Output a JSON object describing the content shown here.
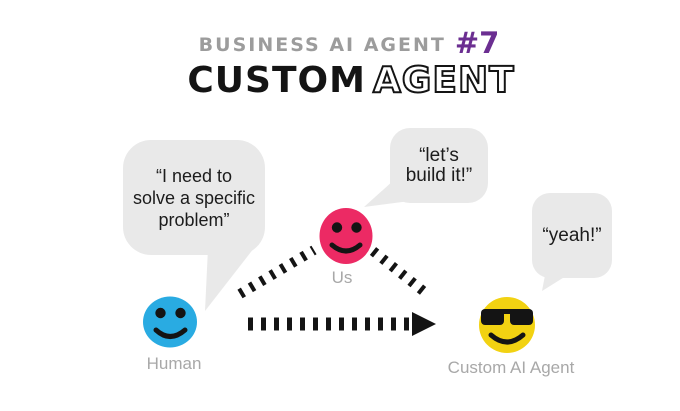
{
  "header": {
    "series_label": "BUSINESS AI AGENT",
    "issue_number": "#7",
    "title_solid": "CUSTOM",
    "title_outline": "AGENT"
  },
  "bubbles": {
    "human": {
      "text": "“I need to\nsolve a specific\nproblem”"
    },
    "us": {
      "text": "“let’s\nbuild it!”"
    },
    "agent": {
      "text": "“yeah!”"
    }
  },
  "actors": {
    "human": {
      "label": "Human",
      "color": "#29ABE2"
    },
    "us": {
      "label": "Us",
      "color": "#EC2A64"
    },
    "agent": {
      "label": "Custom AI Agent",
      "color": "#F2D212"
    }
  },
  "colors": {
    "accent_purple": "#6B2E91",
    "header_gray": "#9C9C9C",
    "bubble_gray": "#E9E9E9",
    "label_gray": "#A8A8A8",
    "ink": "#141414"
  },
  "connections": [
    {
      "from": "Human",
      "to": "Us",
      "style": "dashed-line"
    },
    {
      "from": "Us",
      "to": "Custom AI Agent",
      "style": "dashed-line"
    },
    {
      "from": "Human",
      "to": "Custom AI Agent",
      "style": "dashed-arrow"
    }
  ]
}
